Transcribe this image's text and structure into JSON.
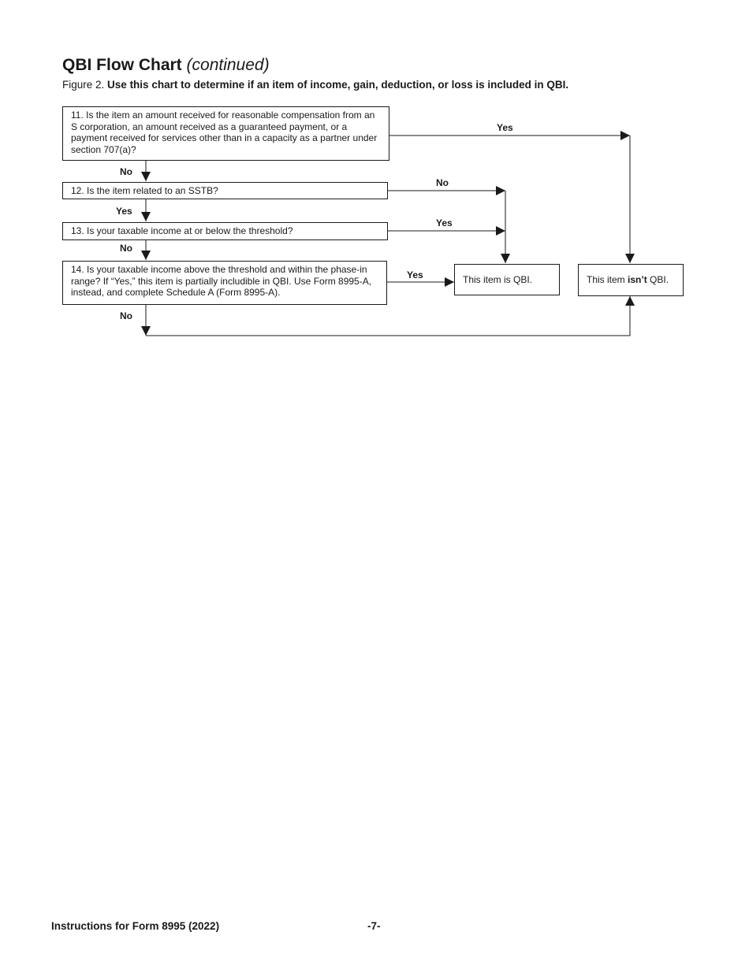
{
  "header": {
    "title_bold": "QBI Flow Chart",
    "title_italic": "(continued)",
    "figure_label": "Figure 2.",
    "figure_caption": "Use this chart to determine if an item of income, gain, deduction, or loss is included in QBI."
  },
  "questions": [
    {
      "id": "q11",
      "text": "11. Is the item an amount received for reasonable compensation from an S corporation, an amount received as a guaranteed payment, or a payment received for services other than in a capacity as a partner under section 707(a)?"
    },
    {
      "id": "q12",
      "text": "12. Is the item related to an SSTB?"
    },
    {
      "id": "q13",
      "text": "13. Is your taxable income at or below the threshold?"
    },
    {
      "id": "q14",
      "text": "14. Is your taxable income above the threshold and within the phase-in range? If “Yes,” this item is partially includible in QBI. Use Form 8995-A, instead, and complete Schedule A (Form 8995-A)."
    }
  ],
  "outcomes": {
    "is_qbi": "This item is QBI.",
    "not_qbi_prefix": "This item ",
    "not_qbi_bold": "isn’t",
    "not_qbi_suffix": " QBI."
  },
  "edges": {
    "q11_yes": "Yes",
    "q11_no": "No",
    "q12_no": "No",
    "q12_yes": "Yes",
    "q13_yes": "Yes",
    "q13_no": "No",
    "q14_yes": "Yes",
    "q14_no": "No"
  },
  "footer": {
    "form_name": "Instructions for Form 8995 (2022)",
    "page_number": "-7-"
  }
}
